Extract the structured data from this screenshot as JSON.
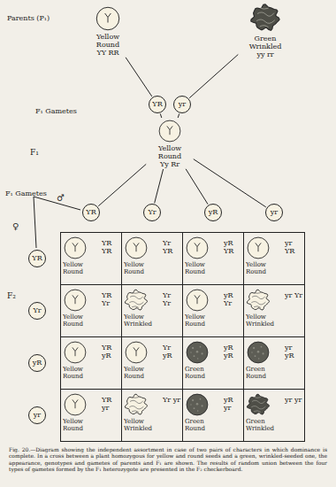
{
  "diagram": {
    "caption": "Fig. 20.—Diagram showing the independent assortment in case of two pairs of characters in which dominance is complete. In a cross between a plant homozygous for yellow and round seeds and a green, wrinkled-seeded one, the appearance, genotypes and gametes of parents and F₁ are shown. The results of random union between the four types of gametes formed by the F₁ heterozygote are presented in the F₂ checkerboard.",
    "nodes": [
      {
        "text": [
          "Yellow Round",
          "YY RR"
        ]
      },
      {
        "text": [
          "Green Wrinkled",
          "yy rr"
        ]
      },
      {
        "text": [
          "YR"
        ]
      },
      {
        "text": [
          "yr"
        ]
      },
      {
        "text": [
          "Yellow Round",
          "Yy Rr"
        ]
      },
      {
        "text": [
          "YR"
        ]
      },
      {
        "text": [
          "Yr"
        ]
      },
      {
        "text": [
          "yR"
        ]
      },
      {
        "text": [
          "yr"
        ]
      },
      {
        "text": [
          "YR"
        ]
      },
      {
        "text": [
          "Yr"
        ]
      },
      {
        "text": [
          "yR"
        ]
      },
      {
        "text": [
          "yr"
        ]
      },
      {
        "text": [
          "YR YR",
          "Yellow Round"
        ]
      },
      {
        "text": [
          "Yr YR",
          "Yellow Round"
        ]
      },
      {
        "text": [
          "yR YR",
          "Yellow Round"
        ]
      },
      {
        "text": [
          "yr YR",
          "Yellow Round"
        ]
      },
      {
        "text": [
          "YR Yr",
          "Yellow Round"
        ]
      },
      {
        "text": [
          "Yr Yr",
          "Yellow Wrinkled"
        ]
      },
      {
        "text": [
          "yR Yr",
          "Yellow Round"
        ]
      },
      {
        "text": [
          "yr Yr",
          "Yellow Wrinkled"
        ]
      },
      {
        "text": [
          "YR yR",
          "Yellow Round"
        ]
      },
      {
        "text": [
          "Yr yR",
          "Yellow Round"
        ]
      },
      {
        "text": [
          "yR yR",
          "Green Round"
        ]
      },
      {
        "text": [
          "yr yR",
          "Green Round"
        ]
      },
      {
        "text": [
          "YR yr",
          "Yellow Round"
        ]
      },
      {
        "text": [
          "Yr yr",
          "Yellow Wrinkled"
        ]
      },
      {
        "text": [
          "yR yr",
          "Green Round"
        ]
      },
      {
        "text": [
          "yr yr",
          "Green Wrinkled"
        ]
      }
    ],
    "edges": [
      {
        "from": 0,
        "to": 2,
        "arrow": "none"
      },
      {
        "from": 1,
        "to": 3,
        "arrow": "none"
      },
      {
        "from": 2,
        "to": 4,
        "arrow": "none"
      },
      {
        "from": 3,
        "to": 4,
        "arrow": "none"
      },
      {
        "from": 4,
        "to": 5,
        "arrow": "none"
      },
      {
        "from": 4,
        "to": 6,
        "arrow": "none"
      },
      {
        "from": 4,
        "to": 7,
        "arrow": "none"
      },
      {
        "from": 4,
        "to": 8,
        "arrow": "none"
      }
    ],
    "labels": [
      "Parents (P₁)",
      "F₁ Gametes",
      "F₁",
      "F₁ Gametes",
      "♂",
      "♀",
      "F₂"
    ]
  }
}
